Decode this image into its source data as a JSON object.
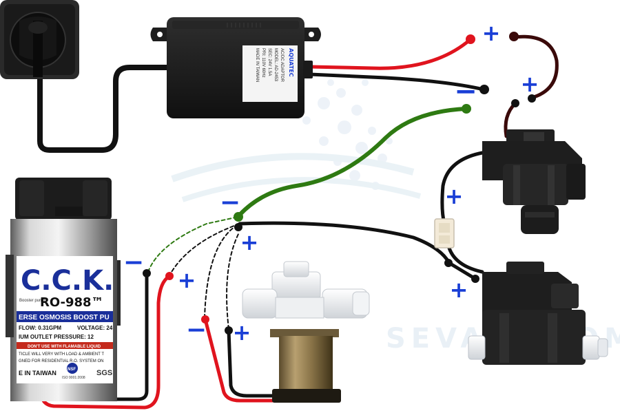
{
  "adapter": {
    "brand": "AQUATEC",
    "label_lines": [
      "AC/DC ADAPTOR",
      "MODEL: AD-2453",
      "SEC: 24V 1.5A",
      "PRI: 110V 60Hz",
      "MADE IN TAIWAN"
    ]
  },
  "pump": {
    "brand": "C.C.K.",
    "model": "RO-988™",
    "small_label": "Booster pump",
    "subtitle": "ERSE OSMOSIS BOOST PU",
    "flow": "FLOW: 0.31GPM",
    "voltage": "VOLTAGE: 24",
    "pressure": "IUM OUTLET PRESSURE: 12",
    "warning": "DON'T USE WITH FLAMABLE LIQUID",
    "note": "TICLE WILL VERY WITH LOAD & AMBIENT T",
    "purpose": "GNED FOR RESIDENTIAL R.O. SYSTEM ON",
    "origin": "E IN TAIWAN",
    "cert": "ISO 9001:2008",
    "sgs": "SGS",
    "nsf": "NSF"
  },
  "watermark": "SEVAPP.COM",
  "signs": {
    "plus": "+",
    "minus": "−"
  },
  "colors": {
    "positive_sign": "#1a3fd6",
    "negative_wire": "#111111",
    "positive_wire": "#e0141e",
    "green_wire": "#2e7a12",
    "dark_red_wire": "#3a0a0a",
    "device_black": "#1c1c1c"
  },
  "icons": [
    "power-outlet-icon",
    "power-adapter-icon",
    "booster-pump-icon",
    "solenoid-valve-icon",
    "low-pressure-switch-icon",
    "high-pressure-switch-icon",
    "wire-connector-icon"
  ]
}
